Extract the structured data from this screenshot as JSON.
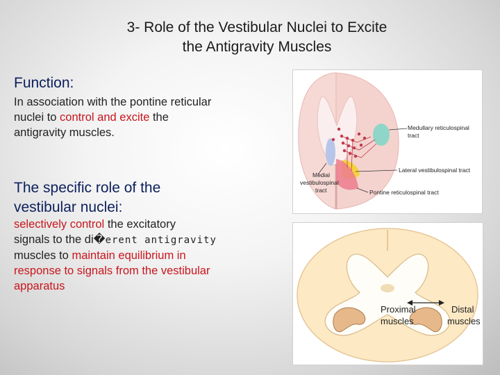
{
  "title": {
    "line1": "3- Role of the Vestibular Nuclei to Excite",
    "line2": "the Antigravity Muscles"
  },
  "function": {
    "heading": "Function:",
    "line1": "In association with the pontine reticular",
    "line2_a": "nuclei to ",
    "line2_red": "control and excite",
    "line2_b": " the",
    "line3": "antigravity muscles."
  },
  "specific": {
    "heading_line1": "The specific role of the",
    "heading_line2": "vestibular nuclei:",
    "l1_red": "selectively control",
    "l1_b": " the excitatory",
    "l2_a": "signals to the di�",
    "l2_mono": "erent antigravity",
    "l3_a": "muscles to ",
    "l3_red": "maintain equilibrium in",
    "l4_red": "response to signals from the vestibular",
    "l5_red": "apparatus"
  },
  "figure1": {
    "label_medullary_1": "Medullary reticulospinal",
    "label_medullary_2": "tract",
    "label_lateral": "Lateral vestibulospinal tract",
    "label_pontine": "Pontine reticulospinal tract",
    "label_medial_1": "Medial",
    "label_medial_2": "vestibulospinal",
    "label_medial_3": "tract"
  },
  "figure2": {
    "label_proximal_1": "Proximal",
    "label_proximal_2": "muscles",
    "label_distal_1": "Distal",
    "label_distal_2": "muscles"
  }
}
